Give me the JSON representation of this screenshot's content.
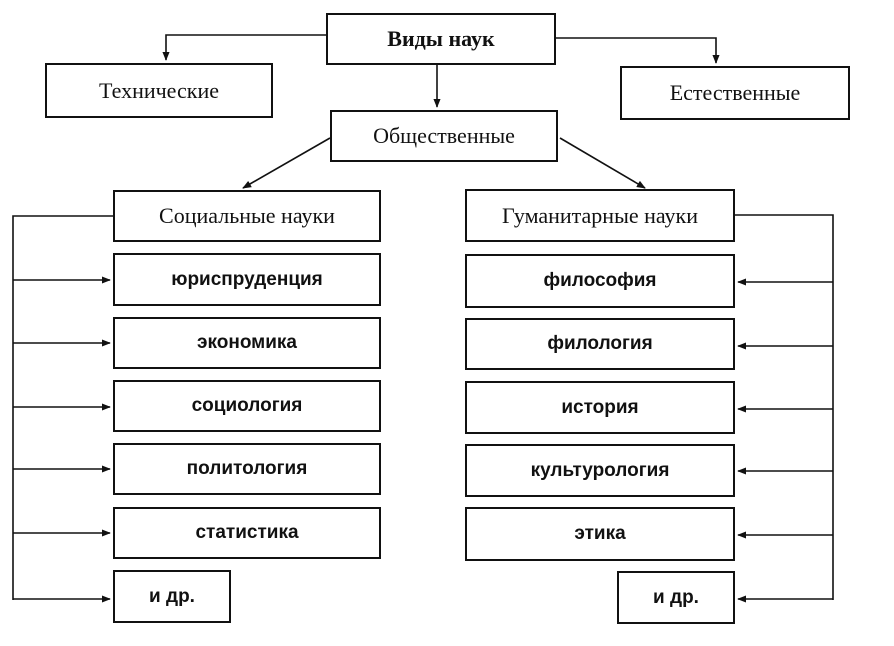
{
  "diagram": {
    "root": "Виды наук",
    "technical": "Технические",
    "natural": "Естественные",
    "social_sciences_group": "Общественные",
    "social": {
      "title": "Социальные науки",
      "items": [
        "юриспруденция",
        "экономика",
        "социология",
        "политология",
        "статистика",
        "и др."
      ]
    },
    "humanities": {
      "title": "Гуманитарные науки",
      "items": [
        "философия",
        "филология",
        "история",
        "культурология",
        "этика",
        "и др."
      ]
    }
  }
}
